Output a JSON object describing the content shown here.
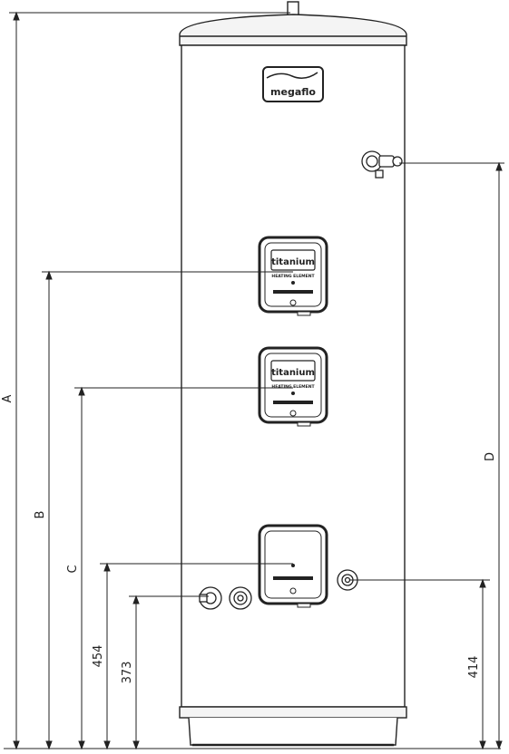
{
  "brand": {
    "logo": "megaflo",
    "element_brand": "titanium",
    "element_caption": "HEATING ELEMENT"
  },
  "dimensions": {
    "A": "A",
    "B": "B",
    "C": "C",
    "D": "D",
    "primary_return": "373",
    "lower_element": "454",
    "secondary_port": "414"
  },
  "colors": {
    "line": "#222222",
    "cylinder_fill": "#ffffff",
    "cap_fill": "#f2f2f2"
  }
}
